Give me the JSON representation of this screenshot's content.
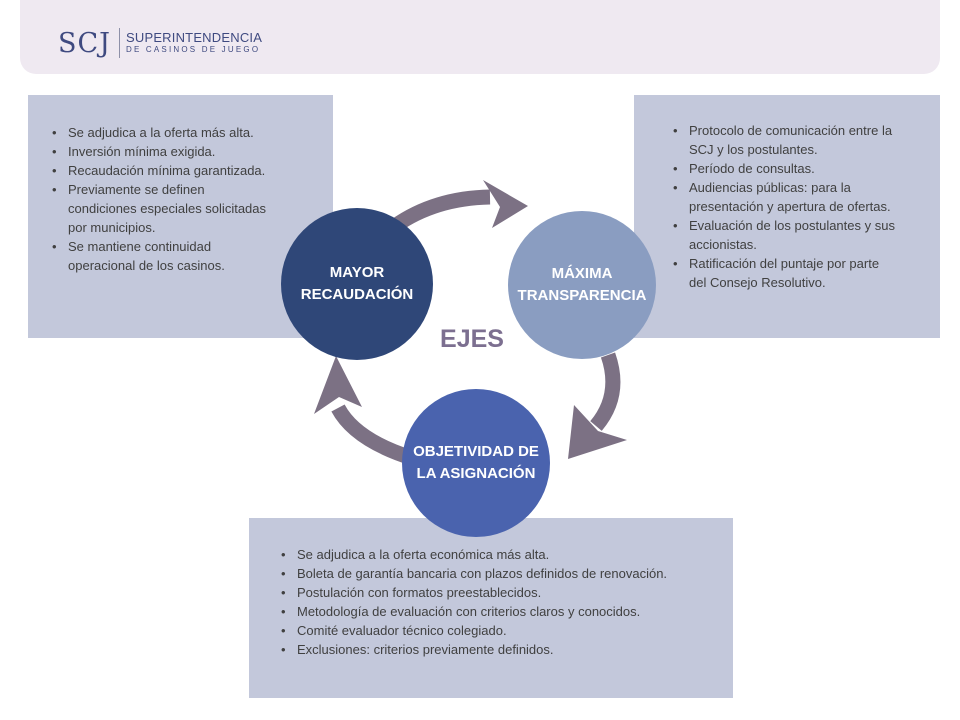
{
  "header": {
    "logo_mark": "SCJ",
    "logo_line1": "SUPERINTENDENCIA",
    "logo_line2": "DE CASINOS DE JUEGO"
  },
  "center_label": "EJES",
  "circles": {
    "left": "MAYOR\nRECAUDACIÓN",
    "right": "MÁXIMA\nTRANSPARENCIA",
    "bottom": "OBJETIVIDAD DE\nLA ASIGNACIÓN"
  },
  "panels": {
    "left": {
      "items": [
        "Se adjudica a la oferta más alta.",
        "Inversión mínima exigida.",
        "Recaudación mínima garantizada.",
        "Previamente se definen condiciones especiales solicitadas por municipios.",
        "Se mantiene continuidad operacional de los casinos."
      ]
    },
    "right": {
      "items": [
        "Protocolo de comunicación entre la SCJ y los postulantes.",
        "Período de consultas.",
        "Audiencias públicas: para la presentación y apertura de ofertas.",
        "Evaluación de los postulantes y sus accionistas.",
        "Ratificación del puntaje por parte del Consejo Resolutivo."
      ]
    },
    "bottom": {
      "items": [
        "Se adjudica a la oferta económica más alta.",
        "Boleta de garantía bancaria con plazos definidos de renovación.",
        "Postulación con formatos preestablecidos.",
        "Metodología de evaluación con criterios claros y conocidos.",
        "Comité evaluador técnico colegiado.",
        "Exclusiones: criterios previamente definidos."
      ]
    }
  },
  "colors": {
    "panel": "#c3c8db",
    "arrow": "#7c7184",
    "circle_left": "#2f4778",
    "circle_right": "#8a9dc1",
    "circle_bottom": "#4a63ae"
  }
}
